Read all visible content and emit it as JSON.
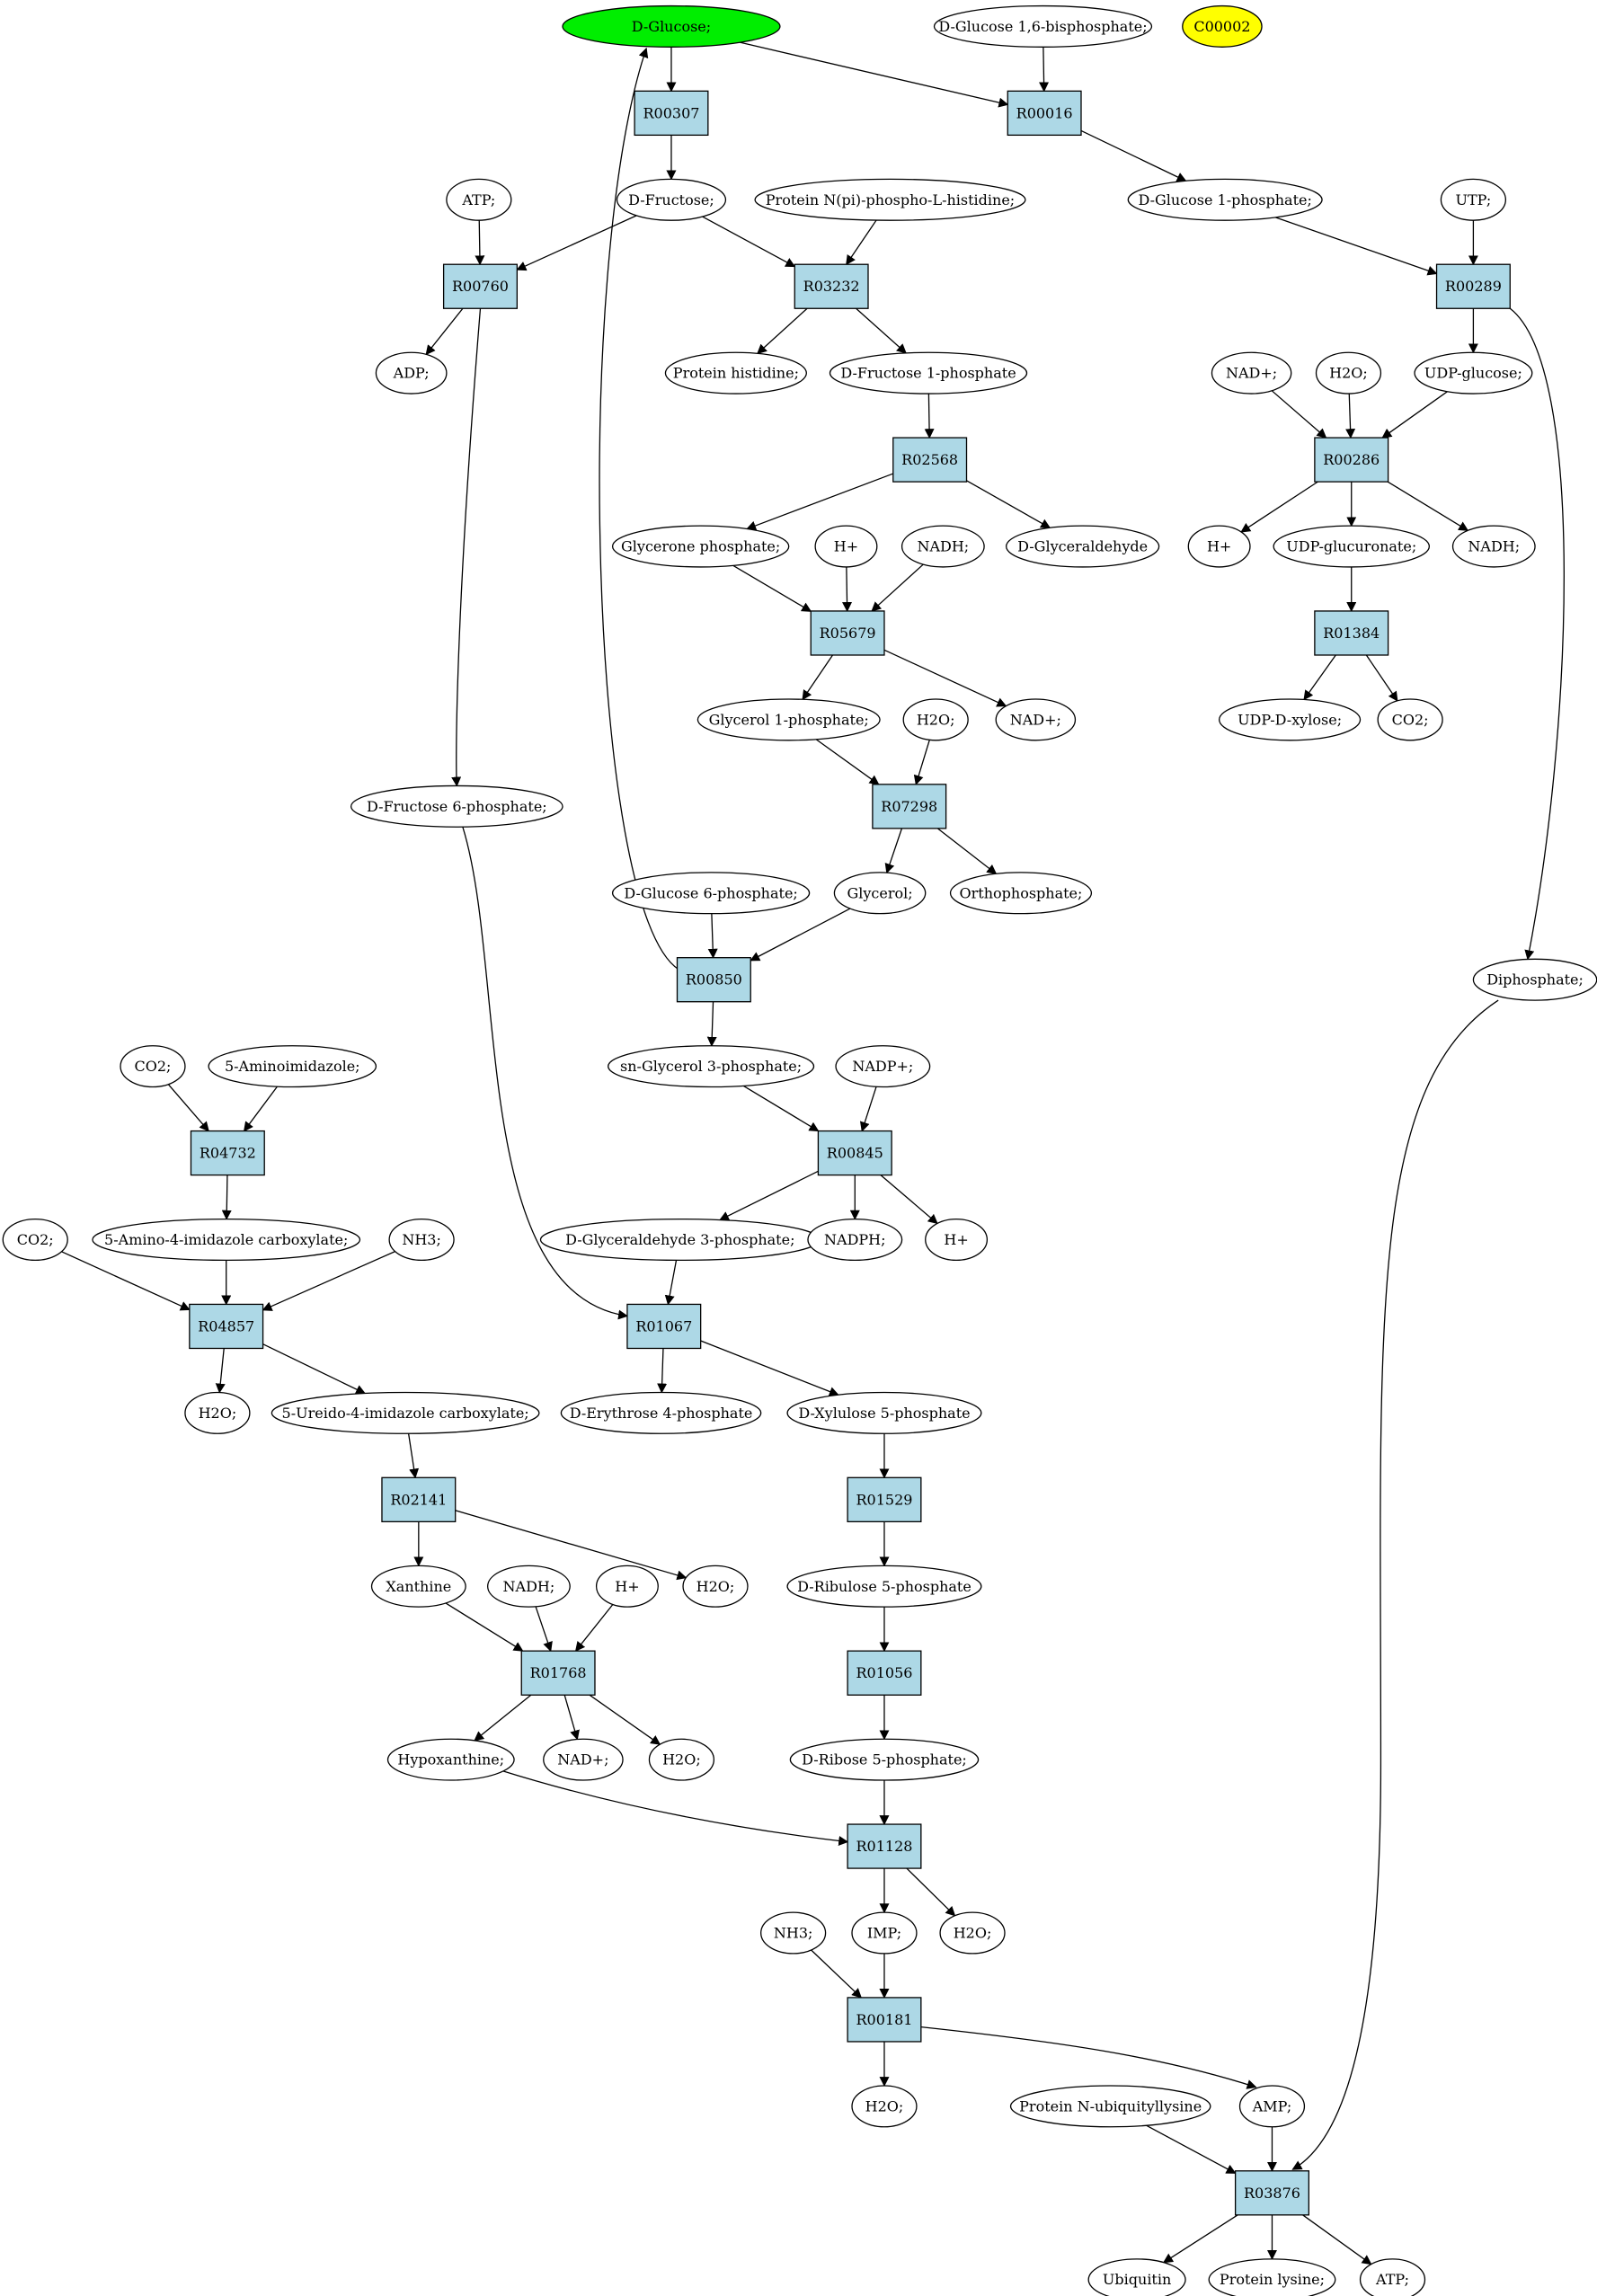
{
  "colors": {
    "reaction_fill": "#add8e6",
    "start_fill": "#00ee00",
    "highlight_fill": "#ffff00",
    "compound_fill": "#ffffff",
    "stroke": "#000000"
  },
  "nodes": [
    {
      "id": "c_glucose",
      "label": "D-Glucose;",
      "shape": "ellipse",
      "style": "start"
    },
    {
      "id": "c_g16bp",
      "label": "D-Glucose 1,6-bisphosphate;",
      "shape": "ellipse"
    },
    {
      "id": "c00002",
      "label": "C00002",
      "shape": "ellipse",
      "style": "highlight"
    },
    {
      "id": "R00307",
      "label": "R00307",
      "shape": "box"
    },
    {
      "id": "R00016",
      "label": "R00016",
      "shape": "box"
    },
    {
      "id": "c_atp1",
      "label": "ATP;",
      "shape": "ellipse"
    },
    {
      "id": "c_fructose",
      "label": "D-Fructose;",
      "shape": "ellipse"
    },
    {
      "id": "c_protnpi",
      "label": "Protein N(pi)-phospho-L-histidine;",
      "shape": "ellipse"
    },
    {
      "id": "c_g1p",
      "label": "D-Glucose 1-phosphate;",
      "shape": "ellipse"
    },
    {
      "id": "c_utp",
      "label": "UTP;",
      "shape": "ellipse"
    },
    {
      "id": "R00760",
      "label": "R00760",
      "shape": "box"
    },
    {
      "id": "R03232",
      "label": "R03232",
      "shape": "box"
    },
    {
      "id": "R00289",
      "label": "R00289",
      "shape": "box"
    },
    {
      "id": "c_adp",
      "label": "ADP;",
      "shape": "ellipse"
    },
    {
      "id": "c_prothis",
      "label": "Protein histidine;",
      "shape": "ellipse"
    },
    {
      "id": "c_f1p",
      "label": "D-Fructose 1-phosphate",
      "shape": "ellipse"
    },
    {
      "id": "c_nad1",
      "label": "NAD+;",
      "shape": "ellipse"
    },
    {
      "id": "c_h2o1",
      "label": "H2O;",
      "shape": "ellipse"
    },
    {
      "id": "c_udpglc",
      "label": "UDP-glucose;",
      "shape": "ellipse"
    },
    {
      "id": "R02568",
      "label": "R02568",
      "shape": "box"
    },
    {
      "id": "R00286",
      "label": "R00286",
      "shape": "box"
    },
    {
      "id": "c_gnp",
      "label": "Glycerone phosphate;",
      "shape": "ellipse"
    },
    {
      "id": "c_h1",
      "label": "H+",
      "shape": "ellipse"
    },
    {
      "id": "c_nadh1",
      "label": "NADH;",
      "shape": "ellipse"
    },
    {
      "id": "c_glyald",
      "label": "D-Glyceraldehyde",
      "shape": "ellipse"
    },
    {
      "id": "c_h2",
      "label": "H+",
      "shape": "ellipse"
    },
    {
      "id": "c_udpglcur",
      "label": "UDP-glucuronate;",
      "shape": "ellipse"
    },
    {
      "id": "c_nadh2",
      "label": "NADH;",
      "shape": "ellipse"
    },
    {
      "id": "R05679",
      "label": "R05679",
      "shape": "box"
    },
    {
      "id": "R01384",
      "label": "R01384",
      "shape": "box"
    },
    {
      "id": "c_gly1p",
      "label": "Glycerol 1-phosphate;",
      "shape": "ellipse"
    },
    {
      "id": "c_h2o2",
      "label": "H2O;",
      "shape": "ellipse"
    },
    {
      "id": "c_nad2",
      "label": "NAD+;",
      "shape": "ellipse"
    },
    {
      "id": "c_udpxyl",
      "label": "UDP-D-xylose;",
      "shape": "ellipse"
    },
    {
      "id": "c_co2a",
      "label": "CO2;",
      "shape": "ellipse"
    },
    {
      "id": "R07298",
      "label": "R07298",
      "shape": "box"
    },
    {
      "id": "c_f6p",
      "label": "D-Fructose 6-phosphate;",
      "shape": "ellipse"
    },
    {
      "id": "c_g6p",
      "label": "D-Glucose 6-phosphate;",
      "shape": "ellipse"
    },
    {
      "id": "c_glycerol",
      "label": "Glycerol;",
      "shape": "ellipse"
    },
    {
      "id": "c_ortho",
      "label": "Orthophosphate;",
      "shape": "ellipse"
    },
    {
      "id": "R00850",
      "label": "R00850",
      "shape": "box"
    },
    {
      "id": "c_diph",
      "label": "Diphosphate;",
      "shape": "ellipse"
    },
    {
      "id": "c_co2b",
      "label": "CO2;",
      "shape": "ellipse"
    },
    {
      "id": "c_5ai",
      "label": "5-Aminoimidazole;",
      "shape": "ellipse"
    },
    {
      "id": "c_sng3p",
      "label": "sn-Glycerol 3-phosphate;",
      "shape": "ellipse"
    },
    {
      "id": "c_nadp",
      "label": "NADP+;",
      "shape": "ellipse"
    },
    {
      "id": "R04732",
      "label": "R04732",
      "shape": "box"
    },
    {
      "id": "R00845",
      "label": "R00845",
      "shape": "box"
    },
    {
      "id": "c_co2c",
      "label": "CO2;",
      "shape": "ellipse"
    },
    {
      "id": "c_5a4ic",
      "label": "5-Amino-4-imidazole carboxylate;",
      "shape": "ellipse"
    },
    {
      "id": "c_nh3a",
      "label": "NH3;",
      "shape": "ellipse"
    },
    {
      "id": "c_gap",
      "label": "D-Glyceraldehyde 3-phosphate;",
      "shape": "ellipse"
    },
    {
      "id": "c_nadph",
      "label": "NADPH;",
      "shape": "ellipse"
    },
    {
      "id": "c_h3",
      "label": "H+",
      "shape": "ellipse"
    },
    {
      "id": "R04857",
      "label": "R04857",
      "shape": "box"
    },
    {
      "id": "R01067",
      "label": "R01067",
      "shape": "box"
    },
    {
      "id": "c_h2o3",
      "label": "H2O;",
      "shape": "ellipse"
    },
    {
      "id": "c_5u4ic",
      "label": "5-Ureido-4-imidazole carboxylate;",
      "shape": "ellipse"
    },
    {
      "id": "c_e4p",
      "label": "D-Erythrose 4-phosphate",
      "shape": "ellipse"
    },
    {
      "id": "c_xu5p",
      "label": "D-Xylulose 5-phosphate",
      "shape": "ellipse"
    },
    {
      "id": "R02141",
      "label": "R02141",
      "shape": "box"
    },
    {
      "id": "R01529",
      "label": "R01529",
      "shape": "box"
    },
    {
      "id": "c_xanthine",
      "label": "Xanthine",
      "shape": "ellipse"
    },
    {
      "id": "c_nadh3",
      "label": "NADH;",
      "shape": "ellipse"
    },
    {
      "id": "c_h4",
      "label": "H+",
      "shape": "ellipse"
    },
    {
      "id": "c_h2o4",
      "label": "H2O;",
      "shape": "ellipse"
    },
    {
      "id": "c_ru5p",
      "label": "D-Ribulose 5-phosphate",
      "shape": "ellipse"
    },
    {
      "id": "R01768",
      "label": "R01768",
      "shape": "box"
    },
    {
      "id": "R01056",
      "label": "R01056",
      "shape": "box"
    },
    {
      "id": "c_hypox",
      "label": "Hypoxanthine;",
      "shape": "ellipse"
    },
    {
      "id": "c_nad3",
      "label": "NAD+;",
      "shape": "ellipse"
    },
    {
      "id": "c_h2o5",
      "label": "H2O;",
      "shape": "ellipse"
    },
    {
      "id": "c_r5p",
      "label": "D-Ribose 5-phosphate;",
      "shape": "ellipse"
    },
    {
      "id": "R01128",
      "label": "R01128",
      "shape": "box"
    },
    {
      "id": "c_nh3b",
      "label": "NH3;",
      "shape": "ellipse"
    },
    {
      "id": "c_imp",
      "label": "IMP;",
      "shape": "ellipse"
    },
    {
      "id": "c_h2o6",
      "label": "H2O;",
      "shape": "ellipse"
    },
    {
      "id": "R00181",
      "label": "R00181",
      "shape": "box"
    },
    {
      "id": "c_h2o7",
      "label": "H2O;",
      "shape": "ellipse"
    },
    {
      "id": "c_protub",
      "label": "Protein N-ubiquityllysine",
      "shape": "ellipse"
    },
    {
      "id": "c_amp",
      "label": "AMP;",
      "shape": "ellipse"
    },
    {
      "id": "R03876",
      "label": "R03876",
      "shape": "box"
    },
    {
      "id": "c_ubiq",
      "label": "Ubiquitin",
      "shape": "ellipse"
    },
    {
      "id": "c_protlys",
      "label": "Protein lysine;",
      "shape": "ellipse"
    },
    {
      "id": "c_atp2",
      "label": "ATP;",
      "shape": "ellipse"
    }
  ],
  "edges": [
    [
      "c_glucose",
      "R00307"
    ],
    [
      "c_glucose",
      "R00016"
    ],
    [
      "c_g16bp",
      "R00016"
    ],
    [
      "R00307",
      "c_fructose"
    ],
    [
      "R00016",
      "c_g1p"
    ],
    [
      "c_atp1",
      "R00760"
    ],
    [
      "c_fructose",
      "R00760"
    ],
    [
      "c_fructose",
      "R03232"
    ],
    [
      "c_protnpi",
      "R03232"
    ],
    [
      "c_g1p",
      "R00289"
    ],
    [
      "c_utp",
      "R00289"
    ],
    [
      "R00760",
      "c_adp"
    ],
    [
      "R00760",
      "c_f6p"
    ],
    [
      "R03232",
      "c_prothis"
    ],
    [
      "R03232",
      "c_f1p"
    ],
    [
      "R00289",
      "c_udpglc"
    ],
    [
      "R00289",
      "c_diph"
    ],
    [
      "c_f1p",
      "R02568"
    ],
    [
      "c_nad1",
      "R00286"
    ],
    [
      "c_h2o1",
      "R00286"
    ],
    [
      "c_udpglc",
      "R00286"
    ],
    [
      "R02568",
      "c_gnp"
    ],
    [
      "R02568",
      "c_glyald"
    ],
    [
      "R00286",
      "c_h2"
    ],
    [
      "R00286",
      "c_udpglcur"
    ],
    [
      "R00286",
      "c_nadh2"
    ],
    [
      "c_gnp",
      "R05679"
    ],
    [
      "c_h1",
      "R05679"
    ],
    [
      "c_nadh1",
      "R05679"
    ],
    [
      "c_udpglcur",
      "R01384"
    ],
    [
      "R05679",
      "c_gly1p"
    ],
    [
      "R05679",
      "c_nad2"
    ],
    [
      "R01384",
      "c_udpxyl"
    ],
    [
      "R01384",
      "c_co2a"
    ],
    [
      "c_gly1p",
      "R07298"
    ],
    [
      "c_h2o2",
      "R07298"
    ],
    [
      "R07298",
      "c_glycerol"
    ],
    [
      "R07298",
      "c_ortho"
    ],
    [
      "c_g6p",
      "R00850"
    ],
    [
      "c_glycerol",
      "R00850"
    ],
    [
      "R00850",
      "c_glucose"
    ],
    [
      "R00850",
      "c_sng3p"
    ],
    [
      "c_co2b",
      "R04732"
    ],
    [
      "c_5ai",
      "R04732"
    ],
    [
      "c_sng3p",
      "R00845"
    ],
    [
      "c_nadp",
      "R00845"
    ],
    [
      "R04732",
      "c_5a4ic"
    ],
    [
      "R00845",
      "c_gap"
    ],
    [
      "R00845",
      "c_nadph"
    ],
    [
      "R00845",
      "c_h3"
    ],
    [
      "c_co2c",
      "R04857"
    ],
    [
      "c_5a4ic",
      "R04857"
    ],
    [
      "c_nh3a",
      "R04857"
    ],
    [
      "c_f6p",
      "R01067"
    ],
    [
      "c_gap",
      "R01067"
    ],
    [
      "R04857",
      "c_h2o3"
    ],
    [
      "R04857",
      "c_5u4ic"
    ],
    [
      "R01067",
      "c_e4p"
    ],
    [
      "R01067",
      "c_xu5p"
    ],
    [
      "c_5u4ic",
      "R02141"
    ],
    [
      "c_xu5p",
      "R01529"
    ],
    [
      "R02141",
      "c_xanthine"
    ],
    [
      "R02141",
      "c_h2o4"
    ],
    [
      "R01529",
      "c_ru5p"
    ],
    [
      "c_xanthine",
      "R01768"
    ],
    [
      "c_nadh3",
      "R01768"
    ],
    [
      "c_h4",
      "R01768"
    ],
    [
      "c_ru5p",
      "R01056"
    ],
    [
      "R01768",
      "c_hypox"
    ],
    [
      "R01768",
      "c_nad3"
    ],
    [
      "R01768",
      "c_h2o5"
    ],
    [
      "R01056",
      "c_r5p"
    ],
    [
      "c_hypox",
      "R01128"
    ],
    [
      "c_r5p",
      "R01128"
    ],
    [
      "R01128",
      "c_imp"
    ],
    [
      "R01128",
      "c_h2o6"
    ],
    [
      "c_nh3b",
      "R00181"
    ],
    [
      "c_imp",
      "R00181"
    ],
    [
      "R00181",
      "c_h2o7"
    ],
    [
      "R00181",
      "c_amp"
    ],
    [
      "c_protub",
      "R03876"
    ],
    [
      "c_amp",
      "R03876"
    ],
    [
      "c_diph",
      "R03876"
    ],
    [
      "R03876",
      "c_ubiq"
    ],
    [
      "R03876",
      "c_protlys"
    ],
    [
      "R03876",
      "c_atp2"
    ]
  ]
}
